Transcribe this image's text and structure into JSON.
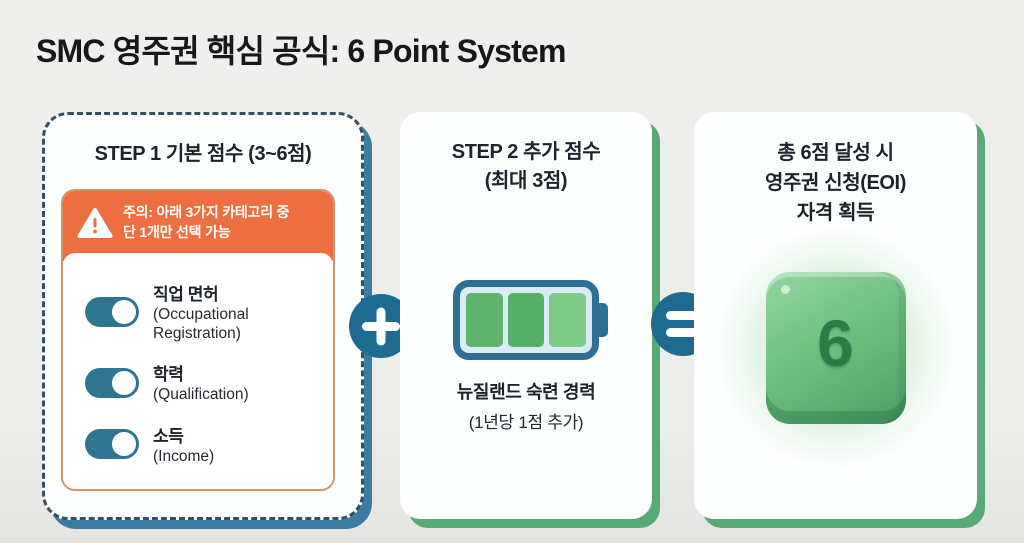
{
  "title": "SMC 영주권 핵심 공식: 6 Point System",
  "colors": {
    "accent_orange": "#ED6E41",
    "toggle_teal": "#2E7590",
    "operator_blue": "#1D6B90",
    "step1_shadow_blue": "#3D7CA2",
    "green_shadow": "#57AA73",
    "battery_border_blue": "#2D7095",
    "battery_cell_green": "#5FB46D",
    "keycap_green": "#6FC083",
    "key_number_green": "#2B7D47"
  },
  "icons": {
    "warning": "warning-triangle-icon",
    "step2": "battery-icon",
    "plus": "plus-icon",
    "equals": "equals-icon",
    "result": "keycap-6-icon"
  },
  "cards": {
    "step1": {
      "title": "STEP 1 기본 점수 (3~6점)",
      "warning": {
        "line1": "주의: 아래 3가지 카테고리 중",
        "line2": "단 1개만 선택 가능"
      },
      "toggles": [
        {
          "label_ko": "직업 면허",
          "label_en": "(Occupational Registration)",
          "state": "on"
        },
        {
          "label_ko": "학력",
          "label_en": "(Qualification)",
          "state": "on"
        },
        {
          "label_ko": "소득",
          "label_en": "(Income)",
          "state": "on"
        }
      ]
    },
    "step2": {
      "title_line1": "STEP 2 추가 점수",
      "title_line2": "(최대 3점)",
      "caption_bold": "뉴질랜드 숙련 경력",
      "caption_sub": "(1년당 1점 추가)"
    },
    "result": {
      "title_line1": "총 6점 달성 시",
      "title_line2": "영주권 신청(EOI)",
      "title_line3": "자격 획득",
      "key_label": "6"
    }
  },
  "operators": {
    "plus": "+",
    "equals": "="
  }
}
